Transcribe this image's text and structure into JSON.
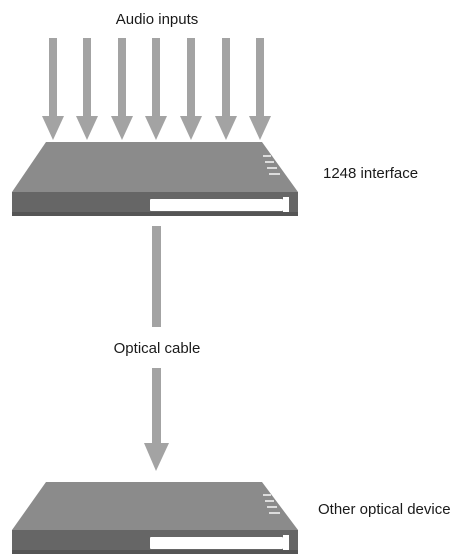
{
  "labels": {
    "audio_inputs": "Audio inputs",
    "interface": "1248 interface",
    "optical_cable": "Optical cable",
    "other_device": "Other optical device"
  },
  "diagram": {
    "audio_input_count": 7
  },
  "colors": {
    "device_top": "#8b8b8b",
    "device_front": "#666666",
    "device_bottom": "#5a5a5a",
    "arrow": "#a3a3a3",
    "display_slot": "#ffffff",
    "text": "#1a1a1a"
  }
}
